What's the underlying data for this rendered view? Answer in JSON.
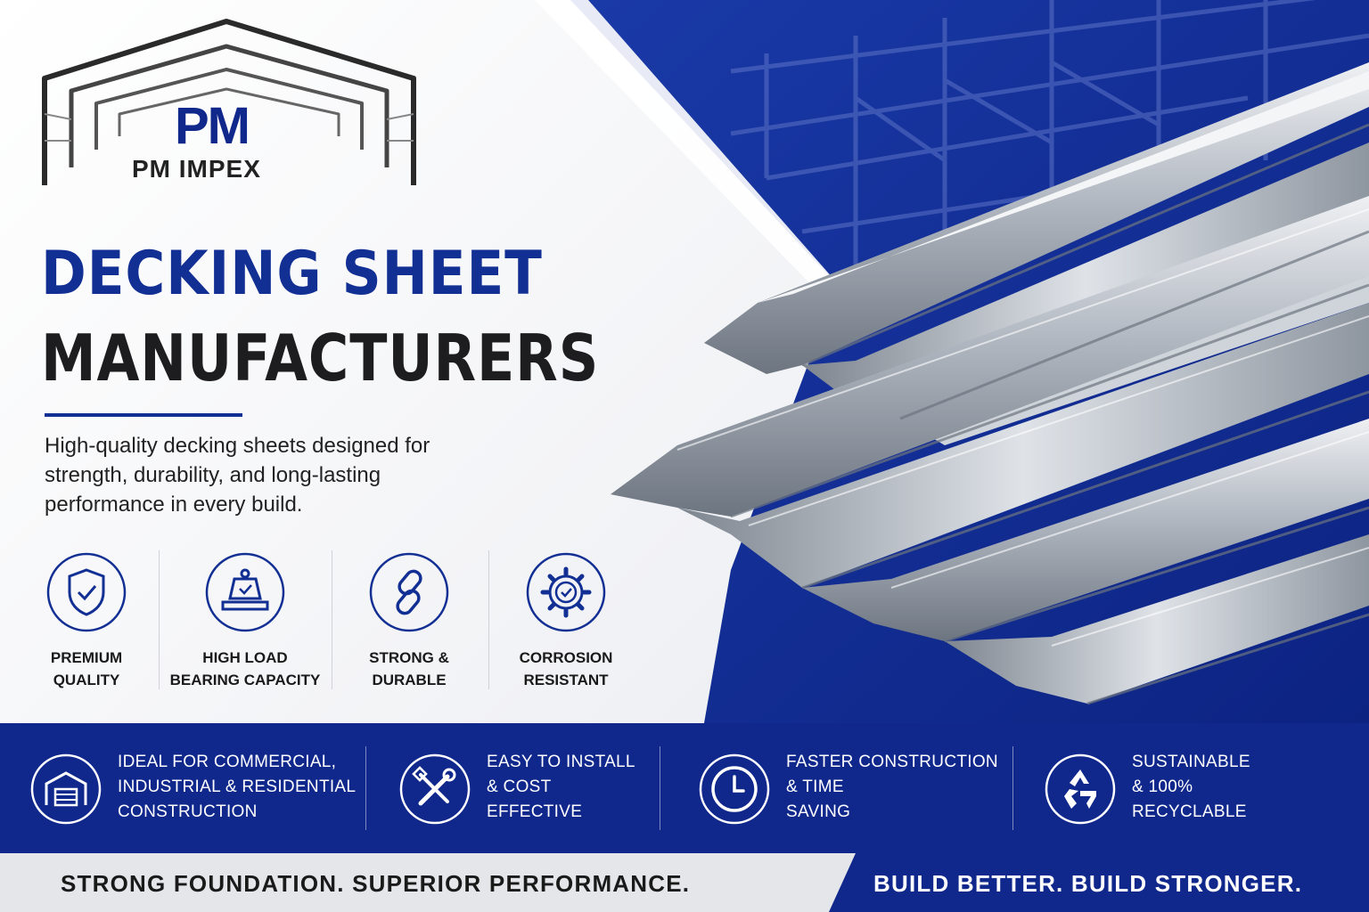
{
  "brand": {
    "monogram": "PM",
    "name": "PM IMPEX"
  },
  "hero": {
    "headline_line1": "DECKING SHEET",
    "headline_line2": "MANUFACTURERS",
    "tagline": "High-quality decking sheets designed for strength, durability, and long-lasting performance in every build."
  },
  "features": [
    {
      "icon": "shield-check-icon",
      "label": "PREMIUM\nQUALITY"
    },
    {
      "icon": "weight-load-icon",
      "label": "HIGH LOAD\nBEARING CAPACITY"
    },
    {
      "icon": "chain-link-icon",
      "label": "STRONG &\nDURABLE"
    },
    {
      "icon": "gear-check-icon",
      "label": "CORROSION\nRESISTANT"
    }
  ],
  "benefits": [
    {
      "icon": "warehouse-icon",
      "text": "IDEAL FOR COMMERCIAL,\nINDUSTRIAL & RESIDENTIAL\nCONSTRUCTION"
    },
    {
      "icon": "tools-icon",
      "text": "EASY TO INSTALL\n& COST\nEFFECTIVE"
    },
    {
      "icon": "clock-icon",
      "text": "FASTER CONSTRUCTION\n& TIME\nSAVING"
    },
    {
      "icon": "recycle-icon",
      "text": "SUSTAINABLE\n& 100%\nRECYCLABLE"
    }
  ],
  "footer": {
    "left": "STRONG FOUNDATION. SUPERIOR PERFORMANCE.",
    "right": "BUILD BETTER. BUILD STRONGER."
  },
  "colors": {
    "brand_blue": "#10288c",
    "dark_text": "#1d1d1f",
    "steel": "#b9bfc8"
  }
}
